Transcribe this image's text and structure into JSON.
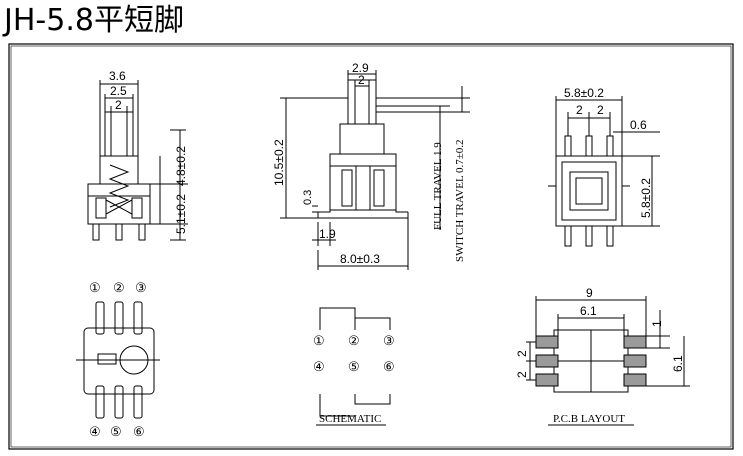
{
  "title": "JH-5.8平短脚",
  "side_view": {
    "dim_top_outer": "3.6",
    "dim_top_mid": "2.5",
    "dim_top_inner": "2",
    "dim_height_upper": "4.8±0.2",
    "dim_height_lower": "5.1±0.2"
  },
  "front_view": {
    "dim_stem_width": "2.9",
    "dim_stem_inner": "2",
    "dim_total_height": "10.5±0.2",
    "dim_foot_height": "0.3",
    "dim_foot_offset": "1.9",
    "dim_body_width": "8.0±0.3",
    "full_travel": "FULL TRAVEL 1.9",
    "switch_travel": "SWITCH TRAVEL 0.7±0.2"
  },
  "top_view": {
    "dim_width": "5.8±0.2",
    "dim_pitch_a": "2",
    "dim_pitch_b": "2",
    "dim_pin": "0.6",
    "dim_height": "5.8±0.2"
  },
  "pin_view": {
    "pins_top": [
      "①",
      "②",
      "③"
    ],
    "pins_bottom": [
      "④",
      "⑤",
      "⑥"
    ]
  },
  "schematic": {
    "label": "SCHEMATIC",
    "pins_top": [
      "①",
      "②",
      "③"
    ],
    "pins_bottom": [
      "④",
      "⑤",
      "⑥"
    ]
  },
  "pcb_layout": {
    "label": "P.C.B LAYOUT",
    "dim_outer": "9",
    "dim_inner": "6.1",
    "dim_pad": "1",
    "dim_pitch_a": "2",
    "dim_pitch_b": "2",
    "dim_height": "6.1"
  }
}
